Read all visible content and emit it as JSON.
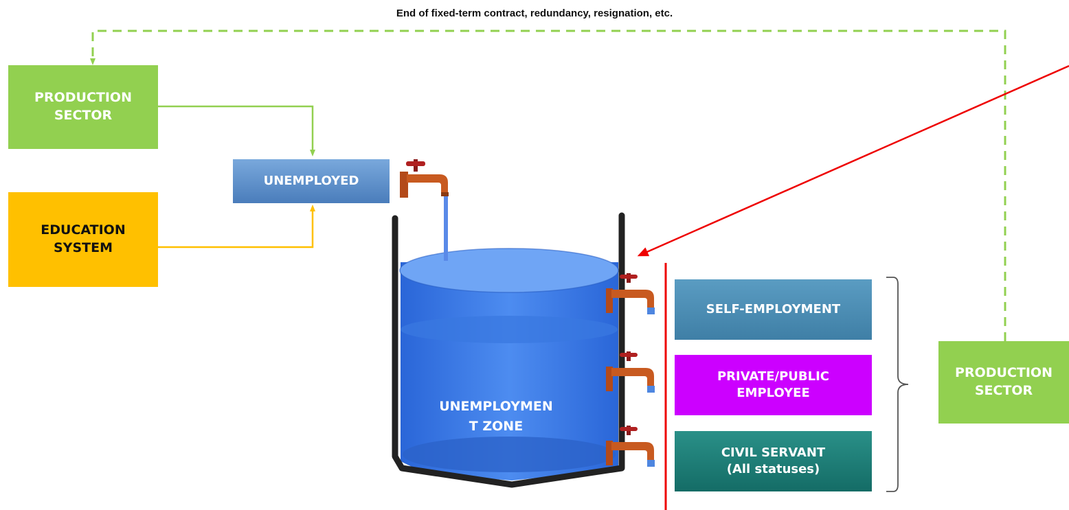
{
  "top_label": "End of fixed-term contract, redundancy, resignation, etc.",
  "boxes": {
    "production_left": "PRODUCTION\nSECTOR",
    "education": "EDUCATION\nSYSTEM",
    "unemployed": "UNEMPLOYED",
    "self_employment": "SELF-EMPLOYMENT",
    "private_public": "PRIVATE/PUBLIC\nEMPLOYEE",
    "civil_servant": "CIVIL SERVANT\n(All statuses)",
    "production_right": "PRODUCTION\nSECTOR"
  },
  "tank_label": "UNEMPLOYMEN\nT ZONE",
  "colors": {
    "production_green": "#92d050",
    "education_amber": "#ffc000",
    "unemployed_blue": "#5b8fc9",
    "self_employment_blue": "#4a8cb0",
    "private_public_magenta": "#cc00ff",
    "civil_servant_teal": "#1e8078",
    "dashed_feedback": "#92d050",
    "red_arrow": "#ee0000",
    "water_blue": "#3b7de8"
  },
  "icons": [
    "faucet-icon",
    "water-tank-icon",
    "curly-brace-icon"
  ]
}
